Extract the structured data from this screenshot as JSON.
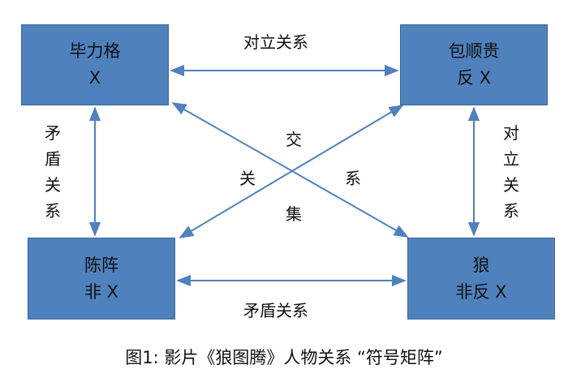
{
  "nodes": {
    "top_left": {
      "name": "毕力格",
      "mark": "X"
    },
    "top_right": {
      "name": "包顺贵",
      "mark": "反 X"
    },
    "bottom_left": {
      "name": "陈阵",
      "mark": "非 X"
    },
    "bottom_right": {
      "name": "狼",
      "mark": "非反 X"
    }
  },
  "relations": {
    "top": "对立关系",
    "bottom": "矛盾关系",
    "left": "矛盾关系",
    "right": "对立关系",
    "diagonal_chars": [
      "交",
      "关",
      "系",
      "集"
    ]
  },
  "caption": "图1: 影片《狼图腾》人物关系 “符号矩阵”",
  "colors": {
    "box_fill": "#4f81bd",
    "arrow": "#4f81bd",
    "text": "#111111"
  }
}
